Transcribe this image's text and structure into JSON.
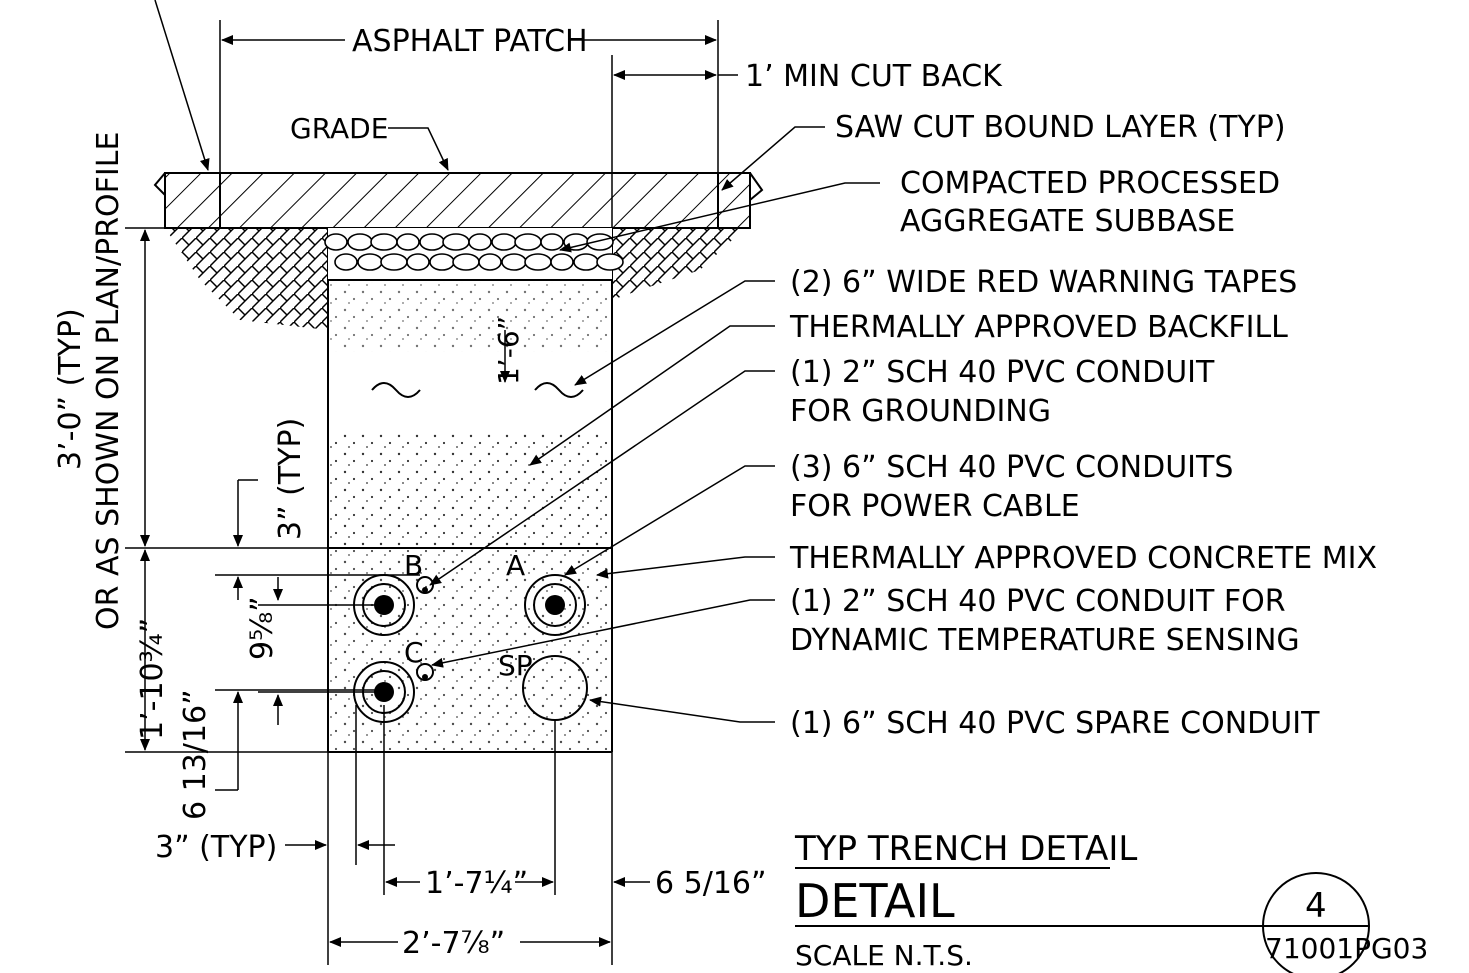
{
  "dims": {
    "asphalt_patch": "ASPHALT PATCH",
    "min_cut_back": "1’ MIN CUT BACK",
    "grade": "GRADE",
    "depth_a": "3’-0” (TYP)",
    "depth_b": "OR AS SHOWN ON PLAN/PROFILE",
    "top_cover": "3” (TYP)",
    "backfill_depth": "1’-6”",
    "conduit_spacing_v": "9⅝”",
    "encasement_height": "1’-10¾”",
    "bottom_cover": "6 13/16”",
    "side_cover": "3” (TYP)",
    "conduit_spacing_h": "1’-7¼”",
    "right_cover": "6 5/16”",
    "trench_width": "2’-7⅞”"
  },
  "conduit_labels": {
    "a": "A",
    "b": "B",
    "c": "C",
    "sp": "SP"
  },
  "callouts": [
    {
      "id": "saw-cut",
      "lines": [
        "SAW CUT BOUND LAYER (TYP)"
      ]
    },
    {
      "id": "subbase",
      "lines": [
        "COMPACTED PROCESSED",
        "AGGREGATE SUBBASE"
      ]
    },
    {
      "id": "warning-tapes",
      "lines": [
        "(2) 6” WIDE RED WARNING TAPES"
      ]
    },
    {
      "id": "backfill",
      "lines": [
        "THERMALLY APPROVED BACKFILL"
      ]
    },
    {
      "id": "grounding-conduit",
      "lines": [
        "(1) 2” SCH 40 PVC CONDUIT",
        "FOR GROUNDING"
      ]
    },
    {
      "id": "power-conduits",
      "lines": [
        "(3) 6” SCH 40 PVC CONDUITS",
        "FOR POWER CABLE"
      ]
    },
    {
      "id": "concrete-mix",
      "lines": [
        "THERMALLY APPROVED CONCRETE MIX"
      ]
    },
    {
      "id": "temp-conduit",
      "lines": [
        "(1) 2” SCH 40 PVC CONDUIT FOR",
        "DYNAMIC TEMPERATURE SENSING"
      ]
    },
    {
      "id": "spare-conduit",
      "lines": [
        "(1) 6” SCH 40 PVC SPARE CONDUIT"
      ]
    }
  ],
  "title_block": {
    "title": "TYP TRENCH DETAIL",
    "subtitle": "DETAIL",
    "scale": "SCALE  N.T.S.",
    "detail_number": "4",
    "sheet": "71001PG03"
  }
}
